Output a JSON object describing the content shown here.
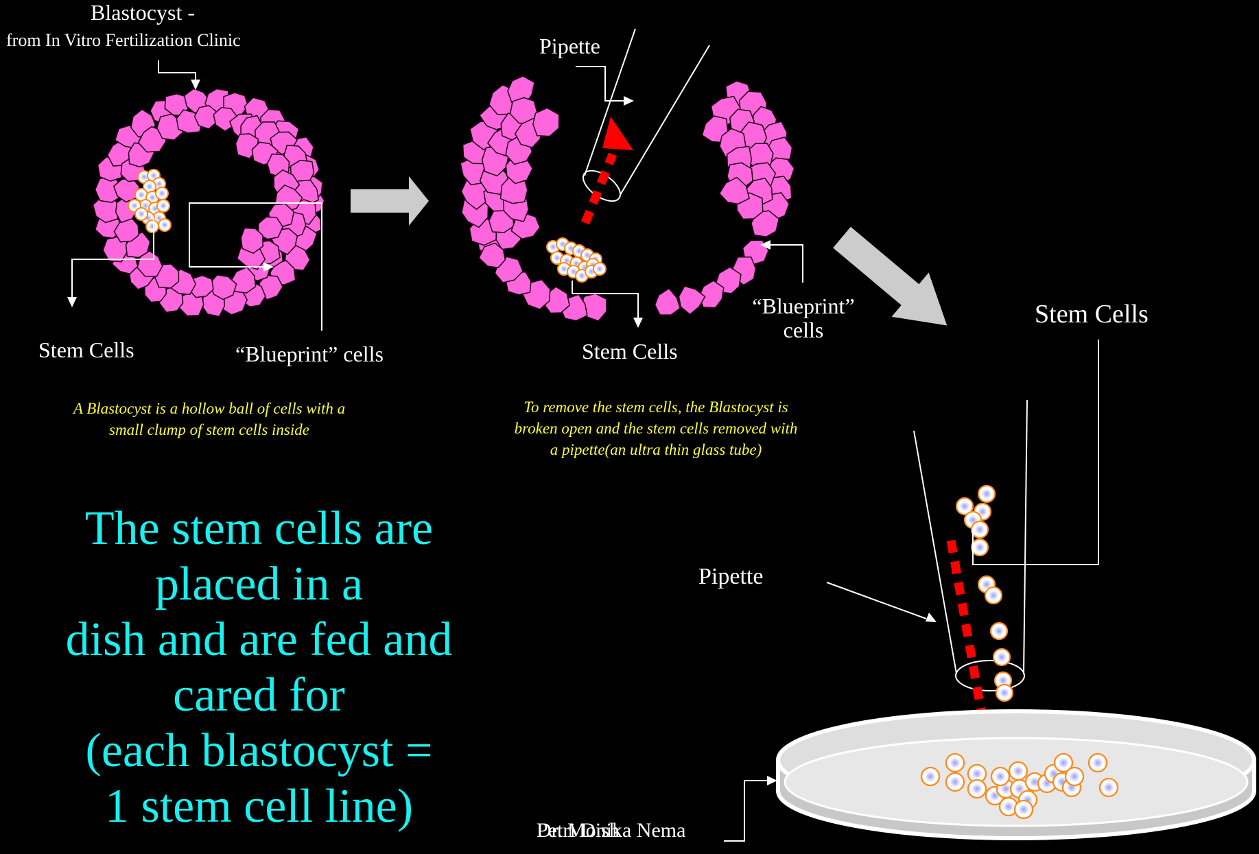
{
  "labels": {
    "blastocyst_title": "Blastocyst -",
    "blastocyst_source": "from In Vitro Fertilization Clinic",
    "stem_cells_1": "Stem Cells",
    "blueprint_1": "“Blueprint” cells",
    "pipette_1": "Pipette",
    "stem_cells_2": "Stem Cells",
    "blueprint_2_line1": "“Blueprint”",
    "blueprint_2_line2": "cells",
    "stem_cells_3": "Stem Cells",
    "pipette_2": "Pipette",
    "petri_dish": "Petri Dish",
    "author": "Dr. Monika Nema"
  },
  "captions": {
    "blastocyst_line1": "A Blastocyst is a hollow ball of cells with a",
    "blastocyst_line2": "small clump of stem cells inside",
    "removal_line1": "To remove the stem cells, the Blastocyst is",
    "removal_line2": "broken open and the stem cells removed with",
    "removal_line3": "a pipette(an ultra thin glass tube)"
  },
  "main_text": {
    "line1": "The stem cells are",
    "line2": "placed in a",
    "line3": "dish and are fed and",
    "line4": "cared for",
    "line5": "(each blastocyst =",
    "line6": "1 stem cell line)"
  },
  "colors": {
    "background": "#000000",
    "blastomere_fill": "#ff66dd",
    "blastomere_stroke": "#1a0014",
    "stem_cell_ring": "#ff8a1a",
    "stem_cell_core": "#c8c8ff",
    "caption": "#ffff33",
    "main_text": "#19f0f0",
    "arrow_gray": "#cccccc",
    "flow_arrow_red": "#ff0000"
  }
}
